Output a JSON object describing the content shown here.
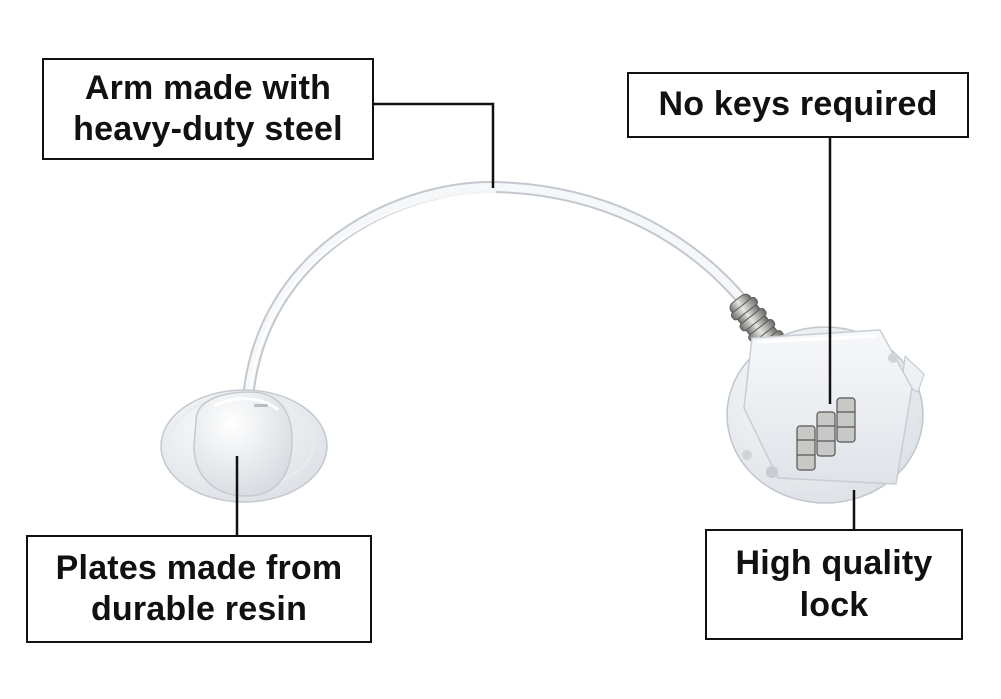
{
  "image": {
    "background": "#ffffff",
    "subject": "cable window lock",
    "colors": {
      "body": "#f2f4f6",
      "shade": "#d3d8de",
      "metal": "#9a9a98",
      "line": "#111111"
    }
  },
  "callouts": {
    "arm": {
      "lines": [
        "Arm made with",
        "heavy-duty steel"
      ]
    },
    "keys": {
      "lines": [
        "No keys required"
      ]
    },
    "plates": {
      "lines": [
        "Plates made from",
        "durable resin"
      ]
    },
    "lock": {
      "lines": [
        "High quality",
        "lock"
      ]
    }
  }
}
